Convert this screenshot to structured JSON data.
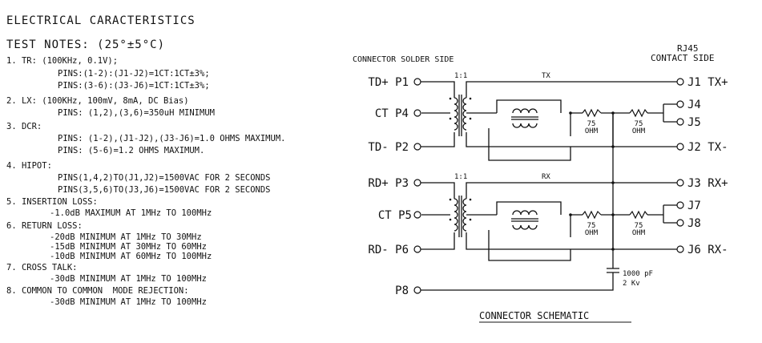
{
  "notes": {
    "title": "ELECTRICAL CARACTERISTICS",
    "subtitle": "TEST NOTES: (25°±5°C)",
    "lines": [
      "1. TR: (100KHz, 0.1V);",
      "PINS:(1-2):(J1-J2)=1CT:1CT±3%;",
      "PINS:(3-6):(J3-J6)=1CT:1CT±3%;",
      "2. LX: (100KHz, 100mV, 8mA, DC Bias)",
      "PINS: (1,2),(3,6)=350uH MINIMUM",
      "3. DCR:",
      "PINS: (1-2),(J1-J2),(J3-J6)=1.0 OHMS MAXIMUM.",
      "PINS: (5-6)=1.2 OHMS MAXIMUM.",
      "4. HIPOT:",
      "PINS(1,4,2)TO(J1,J2)=1500VAC FOR 2 SECONDS",
      "PINS(3,5,6)TO(J3,J6)=1500VAC FOR 2 SECONDS",
      "5. INSERTION LOSS:",
      "-1.0dB MAXIMUM AT 1MHz TO 100MHz",
      "6. RETURN LOSS:",
      "-20dB MINIMUM AT 1MHz TO 30MHz",
      "-15dB MINIMUM AT 30MHz TO 60MHz",
      "-10dB MINIMUM AT 60MHz TO 100MHz",
      "7. CROSS TALK:",
      "-30dB MINIMUM AT 1MHz TO 100MHz",
      "8. COMMON TO COMMON  MODE REJECTION:",
      "-30dB MINIMUM AT 1MHz TO 100MHz"
    ]
  },
  "schematic": {
    "left_header": "CONNECTOR SOLDER SIDE",
    "right_header_1": "RJ45",
    "right_header_2": "CONTACT SIDE",
    "left_pins": [
      "TD+ P1",
      "CT P4",
      "TD- P2",
      "RD+ P3",
      "CT P5",
      "RD- P6",
      "P8"
    ],
    "right_pins": [
      "J1 TX+",
      "J4",
      "J5",
      "J2 TX-",
      "J3 RX+",
      "J7",
      "J8",
      "J6 RX-"
    ],
    "ratio_top": "1:1",
    "ratio_bottom": "1:1",
    "label_tx": "TX",
    "label_rx": "RX",
    "resistor_value": "75",
    "resistor_unit": "OHM",
    "cap_value": "1000 pF",
    "cap_voltage": "2 Kv",
    "caption": "CONNECTOR SCHEMATIC"
  }
}
